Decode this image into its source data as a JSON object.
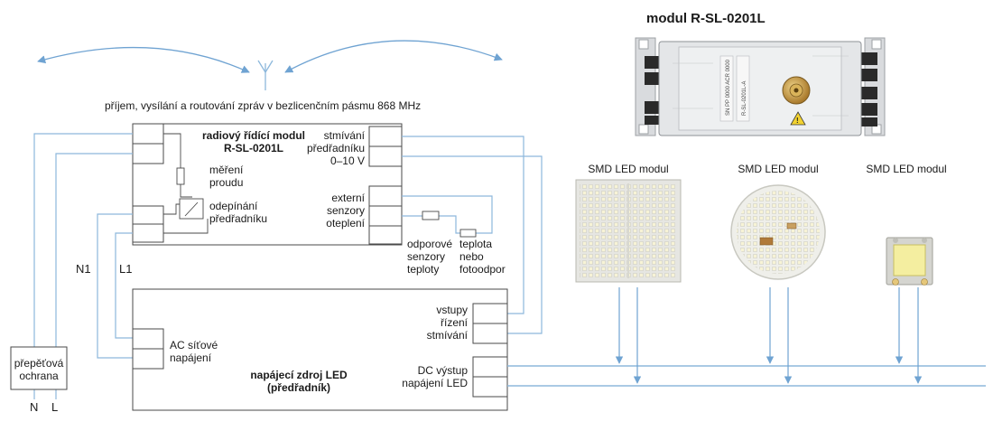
{
  "header": {
    "module_title": "modul R-SL-0201L",
    "radio_caption": "příjem, vysílání a routování zpráv v bezlicenčním pásmu 868 MHz"
  },
  "radio_module": {
    "title_line1": "radiový řídící modul",
    "title_line2": "R-SL-0201L",
    "current_line1": "měření",
    "current_line2": "proudu",
    "switch_line1": "odepínání",
    "switch_line2": "předřadníku",
    "dimming_line1": "stmívání",
    "dimming_line2": "předřadníku",
    "dimming_line3": "0–10 V",
    "sensors_line1": "externí",
    "sensors_line2": "senzory",
    "sensors_line3": "oteplení"
  },
  "sensors": {
    "resistive_line1": "odporové",
    "resistive_line2": "senzory",
    "resistive_line3": "teploty",
    "temp_line1": "teplota",
    "temp_line2": "nebo",
    "temp_line3": "fotoodpor"
  },
  "wires": {
    "n1": "N1",
    "l1": "L1",
    "n": "N",
    "l": "L"
  },
  "surge": {
    "line1": "přepěťová",
    "line2": "ochrana"
  },
  "power_supply": {
    "ac_line1": "AC síťové",
    "ac_line2": "napájení",
    "title_line1": "napájecí zdroj LED",
    "title_line2": "(předřadník)",
    "control_line1": "vstupy",
    "control_line2": "řízení",
    "control_line3": "stmívání",
    "dc_line1": "DC výstup",
    "dc_line2": "napájení LED"
  },
  "led_modules": [
    {
      "label": "SMD LED modul"
    },
    {
      "label": "SMD LED modul"
    },
    {
      "label": "SMD LED modul"
    }
  ],
  "device_photo": {
    "label_1": "SN PP 0000 ACR 0000",
    "label_2": "R-SL-0201L-A"
  },
  "colors": {
    "line": "#8db8dc",
    "box": "#4a4a4a",
    "photo_body": "#e4e6e8",
    "antenna": "#c79a3c",
    "led_yellow": "#f4eea0"
  }
}
